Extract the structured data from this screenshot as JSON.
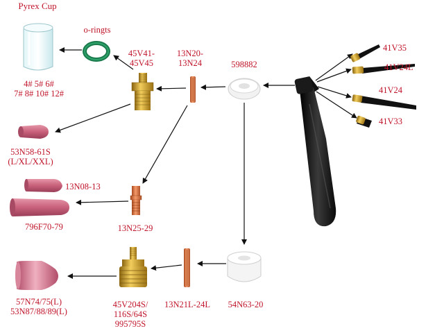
{
  "labels": {
    "pyrex_cup": "Pyrex Cup",
    "o_rings": "o-ringts",
    "cup_sizes_1": "4# 5# 6#",
    "cup_sizes_2": "7# 8# 10# 12#",
    "collet_body_1": "45V41-",
    "collet_body_2": "45V45",
    "collet_1": "13N20-",
    "collet_2": "13N24",
    "insulator": "598882",
    "back_cap_1": "41V35",
    "back_cap_2": "41V24L",
    "back_cap_3": "41V24",
    "back_cap_4": "41V33",
    "nozzle_1": "53N58-61S",
    "nozzle_2": "(L/XL/XXL)",
    "short_nozzle": "13N08-13",
    "long_nozzle": "796F70-79",
    "short_collet_body": "13N25-29",
    "gas_lens_cup_1": "57N74/75(L)",
    "gas_lens_cup_2": "53N87/88/89(L)",
    "gas_lens_1": "45V204S/",
    "gas_lens_2": "116S/64S",
    "gas_lens_3": "995795S",
    "large_collet": "13N21L-24L",
    "gas_lens_insulator": "54N63-20"
  },
  "colors": {
    "label": "#c0142a",
    "arrow": "#111111",
    "brass": "#d4a52a",
    "copper": "#d9713f",
    "ceramic": "#c8607a",
    "torch": "#1a1a1a",
    "oring": "#1a7a4c"
  }
}
